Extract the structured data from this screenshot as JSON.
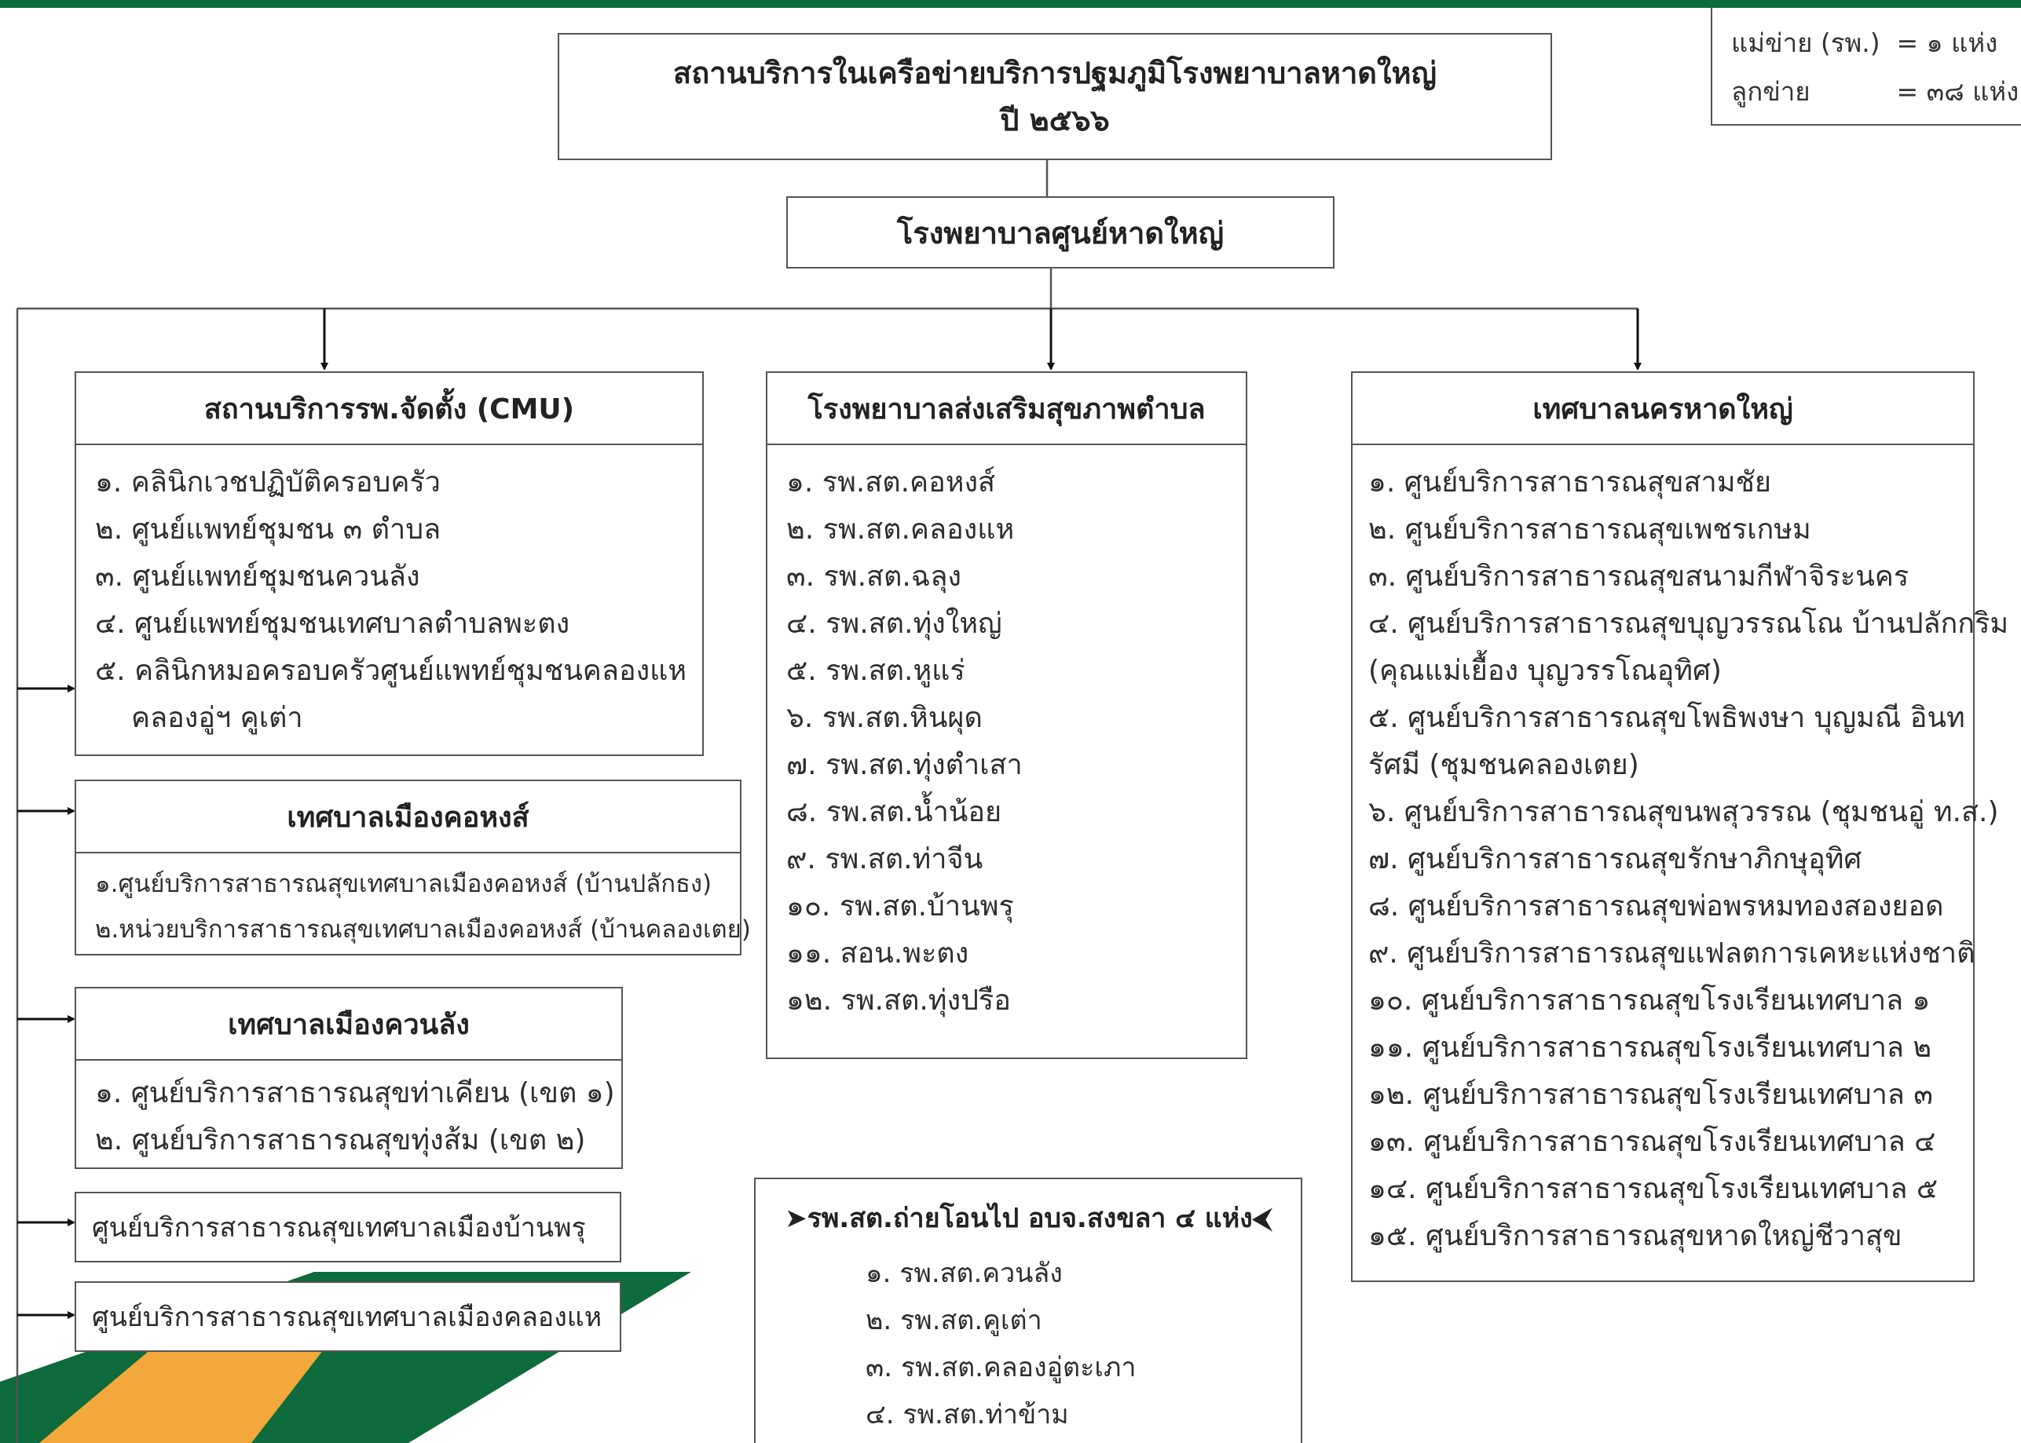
{
  "title": {
    "line1": "สถานบริการในเครือข่ายบริการปฐมภูมิโรงพยาบาลหาดใหญ่",
    "line2": "ปี ๒๕๖๖"
  },
  "legend": {
    "main_label": "แม่ข่าย (รพ.)",
    "main_value": "= ๑ แห่ง",
    "sub_label": "ลูกข่าย",
    "sub_value": "= ๓๘ แห่ง"
  },
  "center": "โรงพยาบาลศูนย์หาดใหญ่",
  "cmu": {
    "title": "สถานบริการรพ.จัดตั้ง (CMU)",
    "items": [
      "๑. คลินิกเวชปฏิบัติครอบครัว",
      "๒. ศูนย์แพทย์ชุมชน ๓ ตำบล",
      "๓. ศูนย์แพทย์ชุมชนควนลัง",
      "๔. ศูนย์แพทย์ชุมชนเทศบาลตำบลพะตง",
      "๕. คลินิกหมอครอบครัวศูนย์แพทย์ชุมชนคลองแห",
      "คลองอู่ฯ คูเต่า"
    ]
  },
  "khohong": {
    "title": "เทศบาลเมืองคอหงส์",
    "items": [
      "๑.ศูนย์บริการสาธารณสุขเทศบาลเมืองคอหงส์ (บ้านปลักธง)",
      "๒.หน่วยบริการสาธารณสุขเทศบาลเมืองคอหงส์ (บ้านคลองเตย)"
    ]
  },
  "khuanlang": {
    "title": "เทศบาลเมืองควนลัง",
    "items": [
      "๑. ศูนย์บริการสาธารณสุขท่าเคียน (เขต ๑)",
      "๒. ศูนย์บริการสาธารณสุขทุ่งส้ม (เขต ๒)"
    ]
  },
  "banphru": "ศูนย์บริการสาธารณสุขเทศบาลเมืองบ้านพรุ",
  "khlonghae": "ศูนย์บริการสาธารณสุขเทศบาลเมืองคลองแห",
  "rphst": {
    "title": "โรงพยาบาลส่งเสริมสุขภาพตำบล",
    "items": [
      "๑. รพ.สต.คอหงส์",
      "๒. รพ.สต.คลองแห",
      "๓. รพ.สต.ฉลุง",
      "๔. รพ.สต.ทุ่งใหญ่",
      "๕. รพ.สต.หูแร่",
      "๖. รพ.สต.หินผุด",
      "๗. รพ.สต.ทุ่งตำเสา",
      "๘. รพ.สต.น้ำน้อย",
      "๙. รพ.สต.ท่าจีน",
      "๑๐. รพ.สต.บ้านพรุ",
      "๑๑. สอน.พะตง",
      "๑๒. รพ.สต.ทุ่งปรือ"
    ]
  },
  "transfer": {
    "title": "➤รพ.สต.ถ่ายโอนไป อบจ.สงขลา ๔ แห่ง⮜",
    "items": [
      "๑. รพ.สต.ควนลัง",
      "๒. รพ.สต.คูเต่า",
      "๓. รพ.สต.คลองอู่ตะเภา",
      "๔. รพ.สต.ท่าข้าม"
    ]
  },
  "municipality": {
    "title": "เทศบาลนครหาดใหญ่",
    "items": [
      "๑. ศูนย์บริการสาธารณสุขสามชัย",
      "๒. ศูนย์บริการสาธารณสุขเพชรเกษม",
      "๓. ศูนย์บริการสาธารณสุขสนามกีฬาจิระนคร",
      "๔. ศูนย์บริการสาธารณสุขบุญวรรณโณ บ้านปลักกริม",
      "(คุณแม่เยื้อง บุญวรรโณอุทิศ)",
      "๕. ศูนย์บริการสาธารณสุขโพธิพงษา บุญมณี อินท",
      "รัศมี (ชุมชนคลองเตย)",
      "๖. ศูนย์บริการสาธารณสุขนพสุวรรณ (ชุมชนอู่ ท.ส.)",
      "๗. ศูนย์บริการสาธารณสุขรักษาภิกษุอุทิศ",
      "๘. ศูนย์บริการสาธารณสุขพ่อพรหมทองสองยอด",
      "๙. ศูนย์บริการสาธารณสุขแฟลตการเคหะแห่งชาติ",
      "๑๐. ศูนย์บริการสาธารณสุขโรงเรียนเทศบาล ๑",
      "๑๑. ศูนย์บริการสาธารณสุขโรงเรียนเทศบาล ๒",
      "๑๒. ศูนย์บริการสาธารณสุขโรงเรียนเทศบาล ๓",
      "๑๓. ศูนย์บริการสาธารณสุขโรงเรียนเทศบาล ๔",
      "๑๔. ศูนย์บริการสาธารณสุขโรงเรียนเทศบาล ๕",
      "๑๕. ศูนย์บริการสาธารณสุขหาดใหญ่ชีวาสุข"
    ]
  },
  "colors": {
    "green": "#0e6b3b",
    "orange": "#f2a83a",
    "line": "#555555"
  }
}
